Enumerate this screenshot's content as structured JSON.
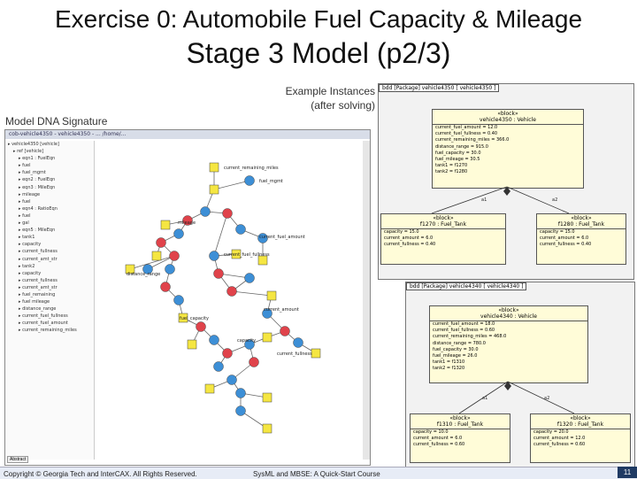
{
  "slide": {
    "title_line1": "Exercise 0: Automobile Fuel Capacity & Mileage",
    "title_line2": "Stage 3 Model (p2/3)",
    "subtitle_line1": "Example Instances",
    "subtitle_line2": "(after solving)",
    "signature_label": "Model DNA Signature",
    "footer_left": "Copyright © Georgia Tech and InterCAX. All Rights Reserved.",
    "footer_center": "SysML and MBSE: A Quick-Start Course",
    "page_number": "11"
  },
  "screenshot": {
    "title": "cob-vehicle4350 - vehicle4350 - ... /home/...",
    "tree_items": [
      "vehicle4350 [vehicle]",
      "ref [vehicle]",
      "eqn1 : FuelEqn",
      "fuel",
      "fuel_mgmt",
      "eqn2 : FuelEqn",
      "eqn3 : MileEqn",
      "mileage",
      "fuel",
      "eqn4 : RatioEqn",
      "fuel",
      "gal",
      "eqn5 : MileEqn",
      "tank1",
      "capacity",
      "current_fullness",
      "current_amt_str",
      "tank2",
      "capacity",
      "current_fullness",
      "current_amt_str",
      "fuel_remaining",
      "fuel mileage",
      "distance_range",
      "current_fuel_fullness",
      "current_fuel_amount",
      "current_remaining_miles"
    ],
    "toolbar_button": "Abstract",
    "node_labels": [
      "current_remaining_miles",
      "mileage",
      "current_fuel_amount",
      "current_fuel_fullness",
      "distance_range",
      "fuel_capacity",
      "capacity",
      "current_amount",
      "current_fullness",
      "fuel_mgmt"
    ]
  },
  "bdd1": {
    "tab": "bdd [Package] vehicle4350 [ vehicle4350 ]",
    "main_block": {
      "stereotype": "«block»",
      "name": "vehicle4350 : Vehicle",
      "values": [
        "current_fuel_amount = 12.0",
        "current_fuel_fullness = 0.40",
        "current_remaining_miles = 366.0",
        "distance_range = 915.0",
        "fuel_capacity = 30.0",
        "fuel_mileage = 30.5",
        "tank1 = f1270",
        "tank2 = f1280"
      ]
    },
    "roles": [
      "a1",
      "a2"
    ],
    "tank1": {
      "stereotype": "«block»",
      "name": "f1270 : Fuel_Tank",
      "values": [
        "capacity = 15.0",
        "current_amount = 6.0",
        "current_fullness = 0.40"
      ]
    },
    "tank2": {
      "stereotype": "«block»",
      "name": "f1280 : Fuel_Tank",
      "values": [
        "capacity = 15.0",
        "current_amount = 6.0",
        "current_fullness = 0.40"
      ]
    }
  },
  "bdd2": {
    "tab": "bdd [Package] vehicle4340 [ vehicle4340 ]",
    "main_block": {
      "stereotype": "«block»",
      "name": "vehicle4340 : Vehicle",
      "values": [
        "current_fuel_amount = 18.0",
        "current_fuel_fullness = 0.60",
        "current_remaining_miles = 468.0",
        "distance_range = 780.0",
        "fuel_capacity = 30.0",
        "fuel_mileage = 26.0",
        "tank1 = f1310",
        "tank2 = f1320"
      ]
    },
    "roles": [
      "a1",
      "a2"
    ],
    "tank1": {
      "stereotype": "«block»",
      "name": "f1310 : Fuel_Tank",
      "values": [
        "capacity = 10.0",
        "current_amount = 6.0",
        "current_fullness = 0.60"
      ]
    },
    "tank2": {
      "stereotype": "«block»",
      "name": "f1320 : Fuel_Tank",
      "values": [
        "capacity = 20.0",
        "current_amount = 12.0",
        "current_fullness = 0.60"
      ]
    }
  },
  "colors": {
    "footer_bg": "#e7ecf6",
    "page_box": "#1f3a63",
    "block_fill": "#fffcd8",
    "node_yellow": "#f5e642",
    "node_red": "#e0434b",
    "node_blue": "#3d8fd6"
  }
}
